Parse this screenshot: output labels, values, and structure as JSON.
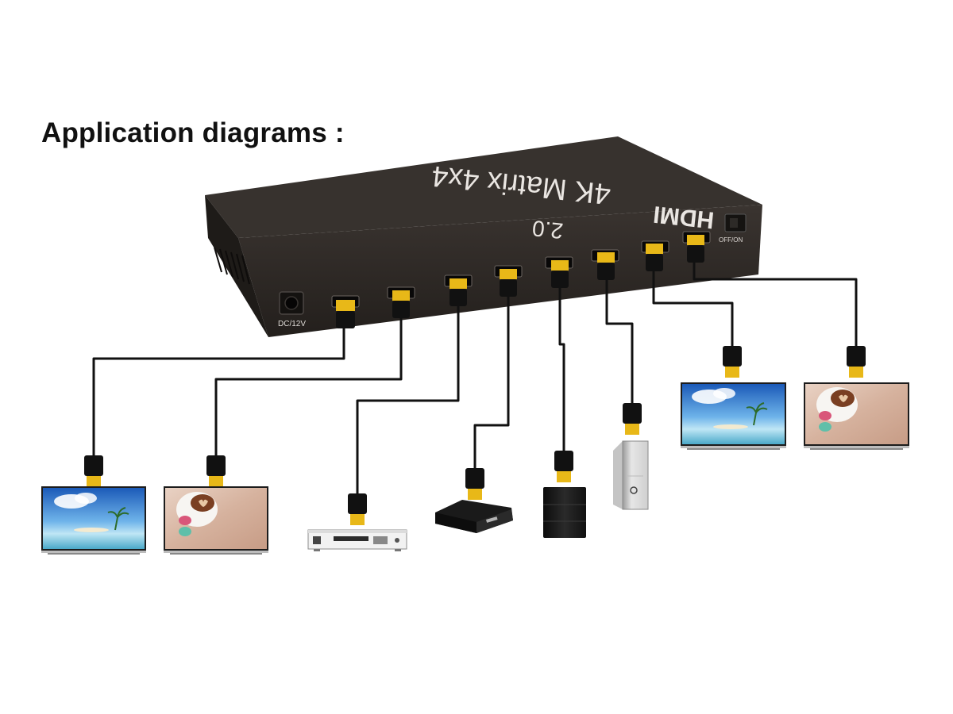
{
  "title": "Application diagrams :",
  "device": {
    "product_label": "4K Matrix 4x4",
    "hdmi_logo": "HDMI",
    "hdmi_version": "2.0",
    "power_switch_label": "OFF/ON",
    "power_input_label": "DC/12V"
  },
  "colors": {
    "device_body": "#2a2623",
    "device_top": "#3a3531",
    "cable": "#111111",
    "connector_gold": "#e8b818"
  },
  "ports": [
    {
      "id": 1,
      "kind": "output",
      "connected_to": "tv"
    },
    {
      "id": 2,
      "kind": "output",
      "connected_to": "tv"
    },
    {
      "id": 3,
      "kind": "input",
      "connected_to": "dvd-player"
    },
    {
      "id": 4,
      "kind": "input",
      "connected_to": "set-top-box"
    },
    {
      "id": 5,
      "kind": "input",
      "connected_to": "game-console"
    },
    {
      "id": 6,
      "kind": "input",
      "connected_to": "pc-tower"
    },
    {
      "id": 7,
      "kind": "output",
      "connected_to": "tv"
    },
    {
      "id": 8,
      "kind": "output",
      "connected_to": "tv"
    }
  ],
  "devices": [
    {
      "kind": "tv",
      "screen": "beach-scene"
    },
    {
      "kind": "tv",
      "screen": "coffee-macarons"
    },
    {
      "kind": "dvd-player"
    },
    {
      "kind": "set-top-box"
    },
    {
      "kind": "game-console"
    },
    {
      "kind": "pc-tower"
    },
    {
      "kind": "tv",
      "screen": "beach-scene"
    },
    {
      "kind": "tv",
      "screen": "coffee-macarons"
    }
  ]
}
